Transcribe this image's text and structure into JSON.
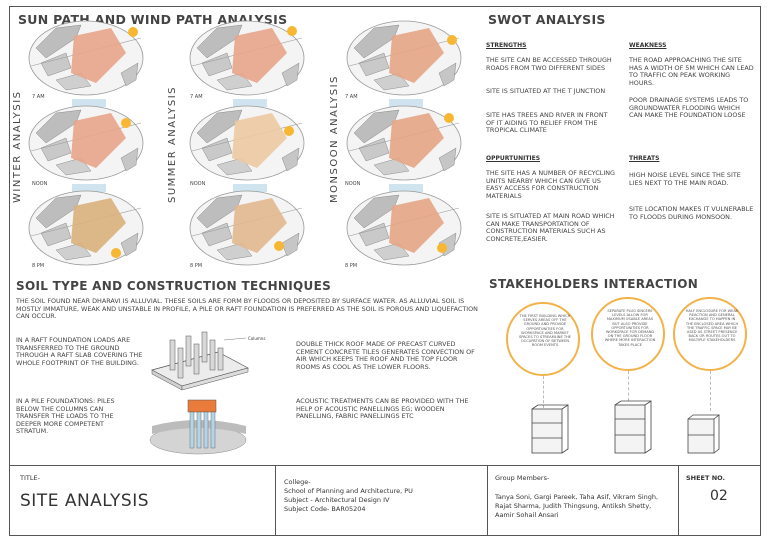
{
  "sun_wind": {
    "title": "SUN PATH AND WIND PATH ANALYSIS",
    "seasons": [
      "WINTER ANALYSIS",
      "SUMMER ANALYSIS",
      "MONSOON ANALYSIS"
    ],
    "times": [
      "7 AM",
      "NOON",
      "8 PM"
    ]
  },
  "swot": {
    "title": "SWOT ANALYSIS",
    "strengths": {
      "heading": "STRENGTHS",
      "items": [
        "THE SITE CAN BE ACCESSED THROUGH ROADS FROM TWO DIFFERENT SIDES",
        "SITE IS SITUATED AT THE T JUNCTION",
        "SITE HAS TREES AND RIVER IN FRONT OF IT AIDING TO RELIEF FROM THE TROPICAL CLIMATE"
      ]
    },
    "weakness": {
      "heading": "WEAKNESS",
      "items": [
        "THE ROAD APPROACHING THE SITE HAS A WIDTH OF 5M WHICH CAN LEAD TO TRAFFIC ON PEAK WORKING HOURS.",
        "POOR DRAINAGE SYSTEMS LEADS TO GROUNDWATER FLOODING WHICH CAN MAKE THE FOUNDATION LOOSE"
      ]
    },
    "opportunities": {
      "heading": "OPPURTUNITIES",
      "items": [
        "THE SITE HAS A NUMBER OF RECYCLING UNITS NEARBY WHICH CAN GIVE US EASY ACCESS FOR CONSTRUCTION MATERIALS",
        "SITE IS SITUATED AT MAIN ROAD WHICH CAN MAKE TRANSPORTATION OF CONSTRUCTION MATERIALS SUCH AS CONCRETE,EASIER."
      ]
    },
    "threats": {
      "heading": "THREATS",
      "items": [
        "HIGH NOISE LEVEL SINCE THE SITE LIES NEXT TO THE MAIN ROAD.",
        "SITE LOCATION MAKES IT VULNERABLE TO FLOODS DURING MONSOON."
      ]
    }
  },
  "soil": {
    "title": "SOIL TYPE AND CONSTRUCTION TECHNIQUES",
    "intro": "THE SOIL FOUND NEAR DHARAVI IS ALLUVIAL. THESE SOILS ARE FORM BY FLOODS OR DEPOSITED BY SURFACE WATER. AS ALLUVIAL SOIL IS MOSTLY IMMATURE, WEAK AND UNSTABLE IN PROFILE, A PILE OR RAFT FOUNDATION IS PREFERRED AS THE SOIL IS POROUS AND LIQUEFACTION CAN OCCUR.",
    "raft": "IN A RAFT FOUNDATION LOADS ARE TRANSFERRED TO THE GROUND THROUGH A RAFT SLAB COVERING THE WHOLE FOOTPRINT OF THE BUILDING.",
    "pile": "IN A PILE FOUNDATIONS: PILES BELOW THE COLUMNS CAN TRANSFER THE LOADS TO THE DEEPER MORE COMPETENT STRATUM.",
    "roof": "DOUBLE THICK ROOF MADE OF PRECAST CURVED CEMENT CONCRETE TILES GENERATES CONVECTION OF AIR WHICH KEEPS THE ROOF AND THE TOP FLOOR ROOMS AS COOL AS THE LOWER FLOORS.",
    "acoustic": "ACOUSTIC TREATMENTS CAN BE PROVIDED WITH THE HELP OF ACOUSTIC PANELLINGS EG; WOODEN PANELLING, FABRIC PANELLINGS ETC",
    "diagram_label": "Columns"
  },
  "stakeholders": {
    "title": "STAKEHOLDERS INTERACTION",
    "bubbles": [
      "THE FIRST BUILDING WHICH SERVES AREAS OFF THE GROUND AND PROVIDE OPPORTUNITIES FOR WORKSPACE AND MARKET SPACES TO STREAMLINE THE OCCUPATION OF BETWEEN ROOM EVENTS",
      "SEPARATE PLUG SINCERE LEVELS ALLOW FOR MAXIMUM USABLE AREAS BUT ALSO PROVIDE OPPORTUNITIES FOR WORKSPACE FOR DEMAND ON THE GROUND FLOOR WHERE MORE INTERACTION TAKES PLACE",
      "HALF ENCLOSURE FOR WEAK REACTION AND GENERAL EXCHANGE TO HAPPEN IN THE ENCLOSED AREA WHICH THE TRAFFIC SPACE MAY BE USED AS STREET PRESENCE BACK OR ROUTES OUT TO MULTIPLE STAKEHOLDERS"
    ]
  },
  "title_block": {
    "title_label": "TITLE-",
    "title": "SITE ANALYSIS",
    "college_label": "College-",
    "college": "School of Planning and Architecture, PU",
    "subject": "Subject - Architectural Design IV",
    "subject_code": "Subject Code- BAR05204",
    "group_label": "Group Members-",
    "members": "Tanya Soni, Gargi Pareek, Taha Asif, Vikram Singh, Rajat Sharma, Judith Thingsung, Antiksh Shetty, Aamir Sohail Ansari",
    "sheet_label": "SHEET NO.",
    "sheet_no": "02"
  },
  "colors": {
    "site_winter": "#e8a48a",
    "site_summer": "#edc9a2",
    "site_monsoon": "#e6a585",
    "sun": "#f7b733",
    "wind": "#cfe4ee",
    "stakeholder_ring": "#f2b34a"
  },
  "icons": [
    "sun-icon",
    "wind-arrow-icon"
  ]
}
